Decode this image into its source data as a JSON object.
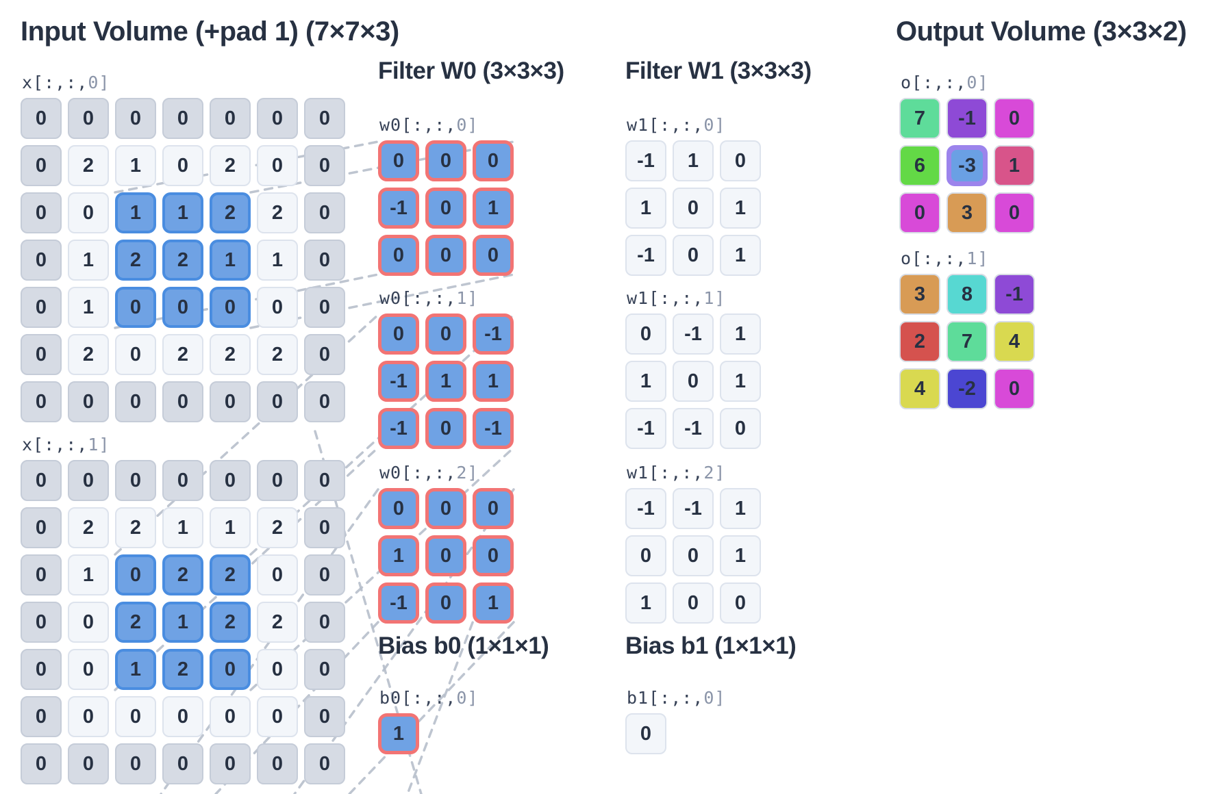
{
  "titles": {
    "input": "Input Volume (+pad 1) (7×7×3)",
    "filter_w0": "Filter W0 (3×3×3)",
    "filter_w1": "Filter W1 (3×3×3)",
    "output": "Output Volume (3×3×2)",
    "bias_b0": "Bias b0 (1×1×1)",
    "bias_b1": "Bias b1 (1×1×1)"
  },
  "colors": {
    "green": "#5edc9a",
    "bright_green": "#63d946",
    "purple": "#8e4ad6",
    "magenta": "#d84ad8",
    "rose": "#d8548a",
    "orange": "#d89b55",
    "cyan": "#57d8d2",
    "red": "#d5524e",
    "yellow": "#d9d950",
    "indigo": "#4b46d2",
    "highlight_ring": "#9c84ec",
    "highlight_fill": "#6aa0e4"
  },
  "grids": {
    "x0": {
      "type": "input",
      "label": {
        "prefix": "x[:,:,",
        "index": "0]"
      },
      "highlight": {
        "rows": [
          2,
          4
        ],
        "cols": [
          2,
          4
        ]
      },
      "values": [
        [
          0,
          0,
          0,
          0,
          0,
          0,
          0
        ],
        [
          0,
          2,
          1,
          0,
          2,
          0,
          0
        ],
        [
          0,
          0,
          1,
          1,
          2,
          2,
          0
        ],
        [
          0,
          1,
          2,
          2,
          1,
          1,
          0
        ],
        [
          0,
          1,
          0,
          0,
          0,
          0,
          0
        ],
        [
          0,
          2,
          0,
          2,
          2,
          2,
          0
        ],
        [
          0,
          0,
          0,
          0,
          0,
          0,
          0
        ]
      ]
    },
    "x1": {
      "type": "input",
      "label": {
        "prefix": "x[:,:,",
        "index": "1]"
      },
      "highlight": {
        "rows": [
          2,
          4
        ],
        "cols": [
          2,
          4
        ]
      },
      "values": [
        [
          0,
          0,
          0,
          0,
          0,
          0,
          0
        ],
        [
          0,
          2,
          2,
          1,
          1,
          2,
          0
        ],
        [
          0,
          1,
          0,
          2,
          2,
          0,
          0
        ],
        [
          0,
          0,
          2,
          1,
          2,
          2,
          0
        ],
        [
          0,
          0,
          1,
          2,
          0,
          0,
          0
        ],
        [
          0,
          0,
          0,
          0,
          0,
          0,
          0
        ],
        [
          0,
          0,
          0,
          0,
          0,
          0,
          0
        ]
      ]
    },
    "w00": {
      "type": "filter-active",
      "label": {
        "prefix": "w0[:,:,",
        "index": "0]"
      },
      "values": [
        [
          0,
          0,
          0
        ],
        [
          -1,
          0,
          1
        ],
        [
          0,
          0,
          0
        ]
      ]
    },
    "w01": {
      "type": "filter-active",
      "label": {
        "prefix": "w0[:,:,",
        "index": "1]"
      },
      "values": [
        [
          0,
          0,
          -1
        ],
        [
          -1,
          1,
          1
        ],
        [
          -1,
          0,
          -1
        ]
      ]
    },
    "w02": {
      "type": "filter-active",
      "label": {
        "prefix": "w0[:,:,",
        "index": "2]"
      },
      "values": [
        [
          0,
          0,
          0
        ],
        [
          1,
          0,
          0
        ],
        [
          -1,
          0,
          1
        ]
      ]
    },
    "w10": {
      "type": "filter",
      "label": {
        "prefix": "w1[:,:,",
        "index": "0]"
      },
      "values": [
        [
          -1,
          1,
          0
        ],
        [
          1,
          0,
          1
        ],
        [
          -1,
          0,
          1
        ]
      ]
    },
    "w11": {
      "type": "filter",
      "label": {
        "prefix": "w1[:,:,",
        "index": "1]"
      },
      "values": [
        [
          0,
          -1,
          1
        ],
        [
          1,
          0,
          1
        ],
        [
          -1,
          -1,
          0
        ]
      ]
    },
    "w12": {
      "type": "filter",
      "label": {
        "prefix": "w1[:,:,",
        "index": "2]"
      },
      "values": [
        [
          -1,
          -1,
          1
        ],
        [
          0,
          0,
          1
        ],
        [
          1,
          0,
          0
        ]
      ]
    },
    "b0": {
      "type": "filter-active",
      "label": {
        "prefix": "b0[:,:,",
        "index": "0]"
      },
      "values": [
        [
          1
        ]
      ]
    },
    "b1": {
      "type": "filter",
      "label": {
        "prefix": "b1[:,:,",
        "index": "0]"
      },
      "values": [
        [
          0
        ]
      ]
    },
    "o0": {
      "type": "output",
      "label": {
        "prefix": "o[:,:,",
        "index": "0]"
      },
      "highlight": {
        "cell": [
          1,
          1
        ]
      },
      "values": [
        [
          7,
          -1,
          0
        ],
        [
          6,
          -3,
          1
        ],
        [
          0,
          3,
          0
        ]
      ],
      "cell_colors": [
        [
          "green",
          "purple",
          "magenta"
        ],
        [
          "bright_green",
          "highlight_fill",
          "rose"
        ],
        [
          "magenta",
          "orange",
          "magenta"
        ]
      ]
    },
    "o1": {
      "type": "output",
      "label": {
        "prefix": "o[:,:,",
        "index": "1]"
      },
      "values": [
        [
          3,
          8,
          -1
        ],
        [
          2,
          7,
          4
        ],
        [
          4,
          -2,
          0
        ]
      ],
      "cell_colors": [
        [
          "orange",
          "cyan",
          "purple"
        ],
        [
          "red",
          "green",
          "yellow"
        ],
        [
          "yellow",
          "indigo",
          "magenta"
        ]
      ]
    }
  }
}
